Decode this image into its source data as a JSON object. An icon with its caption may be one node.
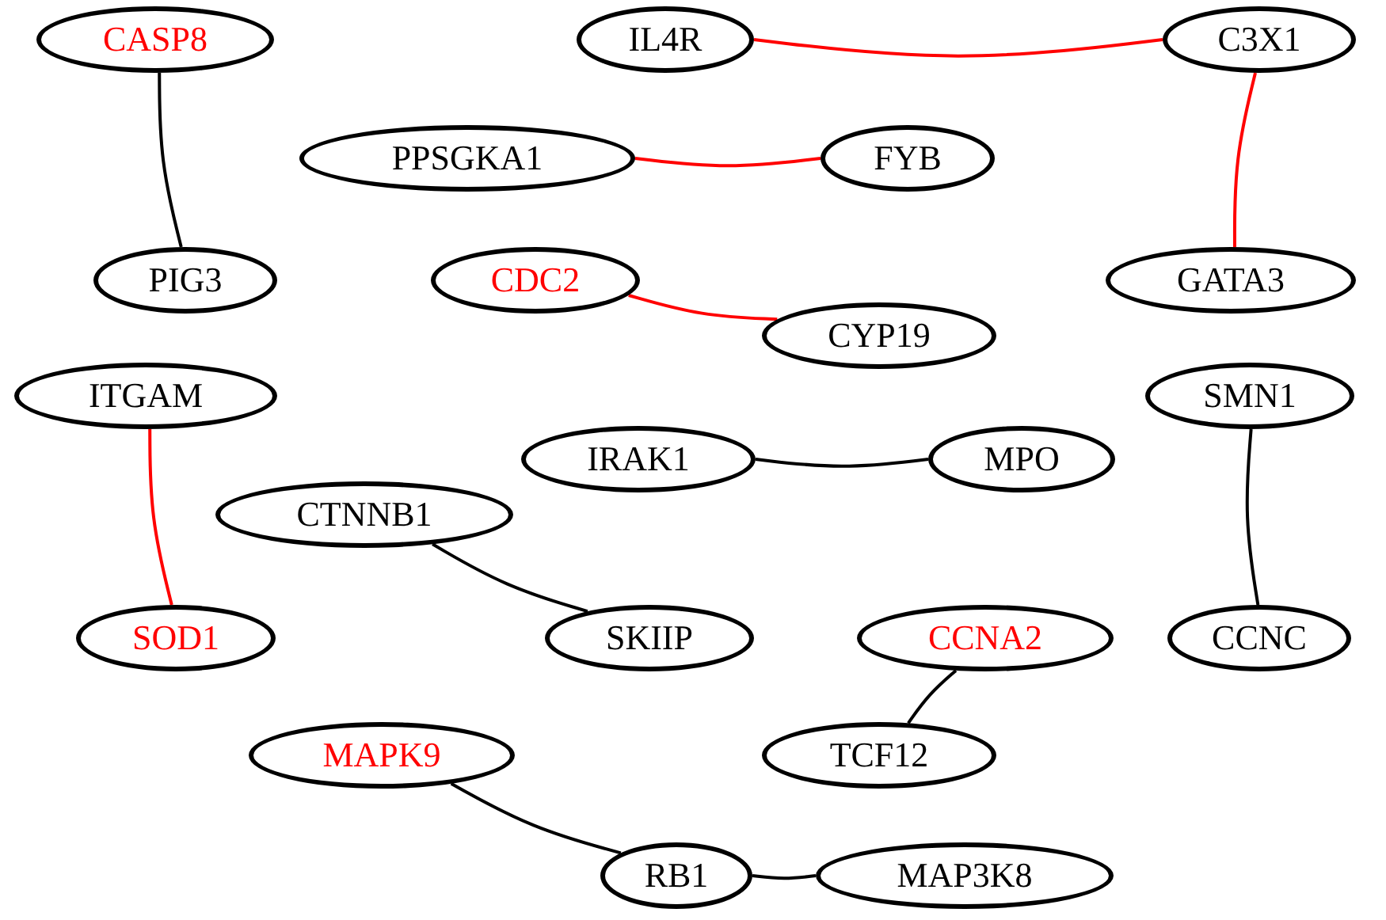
{
  "diagram": {
    "nodes": [
      {
        "text": [
          "CASP8"
        ]
      },
      {
        "text": [
          "IL4R"
        ]
      },
      {
        "text": [
          "C3X1"
        ]
      },
      {
        "text": [
          "PPSGKA1"
        ]
      },
      {
        "text": [
          "FYB"
        ]
      },
      {
        "text": [
          "PIG3"
        ]
      },
      {
        "text": [
          "CDC2"
        ]
      },
      {
        "text": [
          "GATA3"
        ]
      },
      {
        "text": [
          "CYP19"
        ]
      },
      {
        "text": [
          "ITGAM"
        ]
      },
      {
        "text": [
          "SMN1"
        ]
      },
      {
        "text": [
          "IRAK1"
        ]
      },
      {
        "text": [
          "MPO"
        ]
      },
      {
        "text": [
          "CTNNB1"
        ]
      },
      {
        "text": [
          "SOD1"
        ]
      },
      {
        "text": [
          "SKIIP"
        ]
      },
      {
        "text": [
          "CCNA2"
        ]
      },
      {
        "text": [
          "CCNC"
        ]
      },
      {
        "text": [
          "MAPK9"
        ]
      },
      {
        "text": [
          "TCF12"
        ]
      },
      {
        "text": [
          "RB1"
        ]
      },
      {
        "text": [
          "MAP3K8"
        ]
      }
    ],
    "edges": [
      {
        "from": 0,
        "to": 5,
        "arrow": "none"
      },
      {
        "from": 1,
        "to": 2,
        "arrow": "none",
        "color": "#ff0000"
      },
      {
        "from": 3,
        "to": 4,
        "arrow": "none",
        "color": "#ff0000"
      },
      {
        "from": 2,
        "to": 7,
        "arrow": "none",
        "color": "#ff0000"
      },
      {
        "from": 6,
        "to": 8,
        "arrow": "none",
        "color": "#ff0000"
      },
      {
        "from": 9,
        "to": 14,
        "arrow": "none",
        "color": "#ff0000"
      },
      {
        "from": 10,
        "to": 17,
        "arrow": "none"
      },
      {
        "from": 11,
        "to": 12,
        "arrow": "none"
      },
      {
        "from": 13,
        "to": 15,
        "arrow": "none"
      },
      {
        "from": 16,
        "to": 19,
        "arrow": "none"
      },
      {
        "from": 18,
        "to": 20,
        "arrow": "none"
      },
      {
        "from": 20,
        "to": 21,
        "arrow": "none"
      }
    ]
  }
}
